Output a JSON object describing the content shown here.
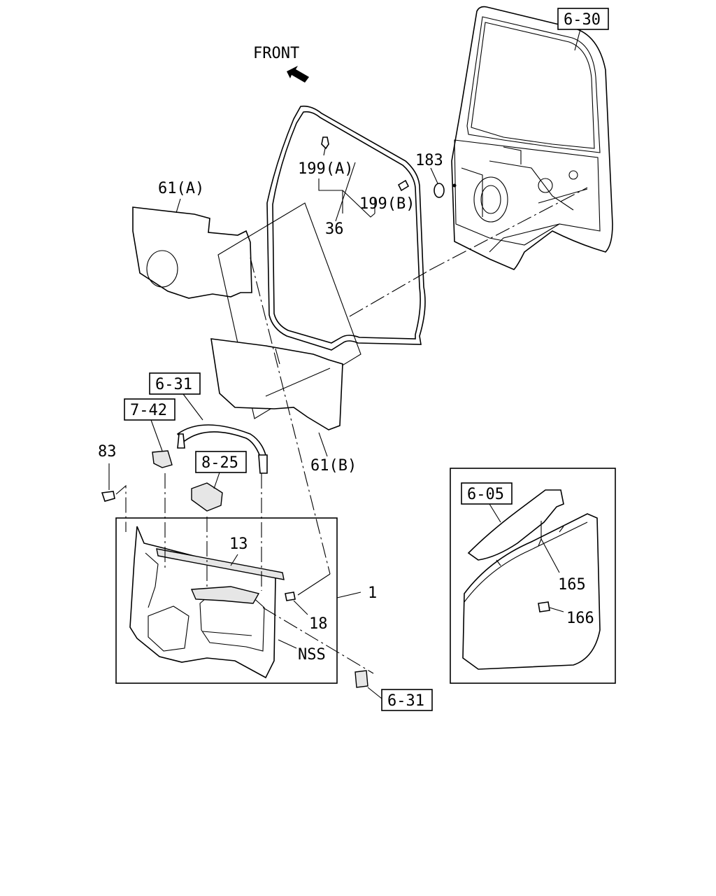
{
  "orientation": {
    "front_label": "FRONT"
  },
  "part_labels": {
    "p199a": "199(A)",
    "p199b": "199(B)",
    "p36": "36",
    "p183": "183",
    "p61a": "61(A)",
    "p61b": "61(B)",
    "p83": "83",
    "p13": "13",
    "p1": "1",
    "p18": "18",
    "nss": "NSS",
    "p165": "165",
    "p166": "166"
  },
  "reference_boxes": {
    "ref_6_30": "6-30",
    "ref_6_31_top": "6-31",
    "ref_7_42": "7-42",
    "ref_8_25": "8-25",
    "ref_6_05": "6-05",
    "ref_6_31_bottom": "6-31"
  }
}
